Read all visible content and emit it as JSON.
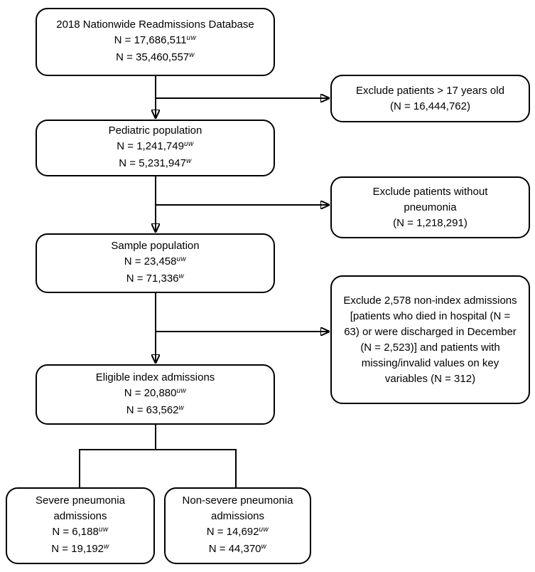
{
  "diagram": {
    "colors": {
      "line": "#000000",
      "box_border": "#000000",
      "box_fill": "#ffffff",
      "text": "#000000"
    },
    "boxes": {
      "database": {
        "title": "2018 Nationwide Readmissions Database",
        "n_unweighted": "N = 17,686,511",
        "sup_unweighted": "uw",
        "n_weighted": "N = 35,460,557",
        "sup_weighted": "w"
      },
      "exclude_age": {
        "line1": "Exclude patients > 17 years old",
        "line2": "(N = 16,444,762)"
      },
      "pediatric": {
        "title": "Pediatric population",
        "n_unweighted": "N = 1,241,749",
        "sup_unweighted": "uw",
        "n_weighted": "N = 5,231,947",
        "sup_weighted": "w"
      },
      "exclude_pneumonia": {
        "line1": "Exclude patients without",
        "line2": "pneumonia",
        "line3": "(N = 1,218,291)"
      },
      "sample": {
        "title": "Sample population",
        "n_unweighted": "N = 23,458",
        "sup_unweighted": "uw",
        "n_weighted": "N = 71,336",
        "sup_weighted": "w"
      },
      "exclude_nonindex": {
        "text": "Exclude 2,578 non-index admissions [patients who died in hospital (N = 63) or were discharged in December (N = 2,523)] and patients with missing/invalid values on key variables (N = 312)"
      },
      "eligible": {
        "title": "Eligible index admissions",
        "n_unweighted": "N = 20,880",
        "sup_unweighted": "uw",
        "n_weighted": "N = 63,562",
        "sup_weighted": "w"
      },
      "severe": {
        "title_line1": "Severe pneumonia",
        "title_line2": "admissions",
        "n_unweighted": "N = 6,188",
        "sup_unweighted": "uw",
        "n_weighted": "N = 19,192",
        "sup_weighted": "w"
      },
      "nonsevere": {
        "title_line1": "Non-severe pneumonia",
        "title_line2": "admissions",
        "n_unweighted": "N = 14,692",
        "sup_unweighted": "uw",
        "n_weighted": "N = 44,370",
        "sup_weighted": "w"
      }
    }
  }
}
